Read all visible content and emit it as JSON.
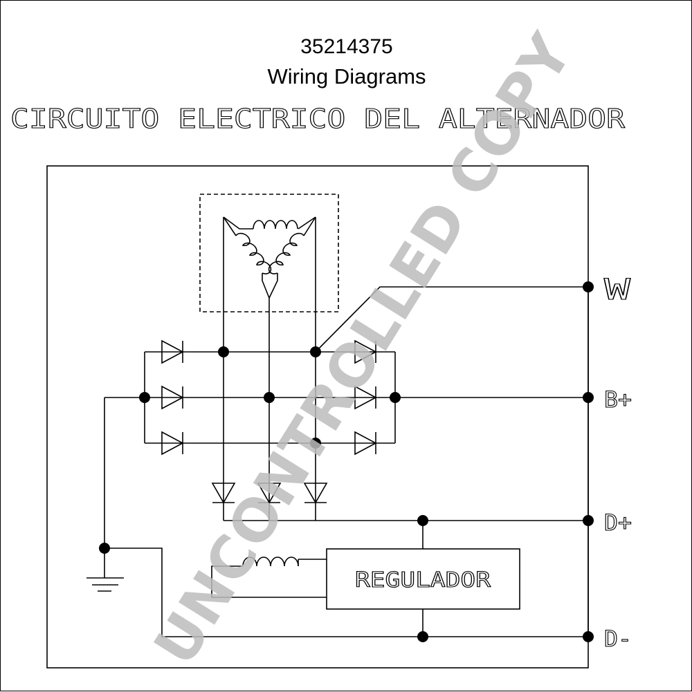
{
  "header": {
    "doc_number": "35214375",
    "subtitle": "Wiring Diagrams",
    "circuit_title": "CIRCUITO ELECTRICO DEL ALTERNADOR"
  },
  "diagram": {
    "regulator_label": "REGULADOR",
    "terminals": {
      "w": "W",
      "b_plus": "B+",
      "d_plus": "D+",
      "d_minus": "D-"
    }
  },
  "watermark": "UNCONTROLLED COPY",
  "colors": {
    "line": "#000000",
    "watermark": "#bdbdbd",
    "background": "#ffffff"
  }
}
